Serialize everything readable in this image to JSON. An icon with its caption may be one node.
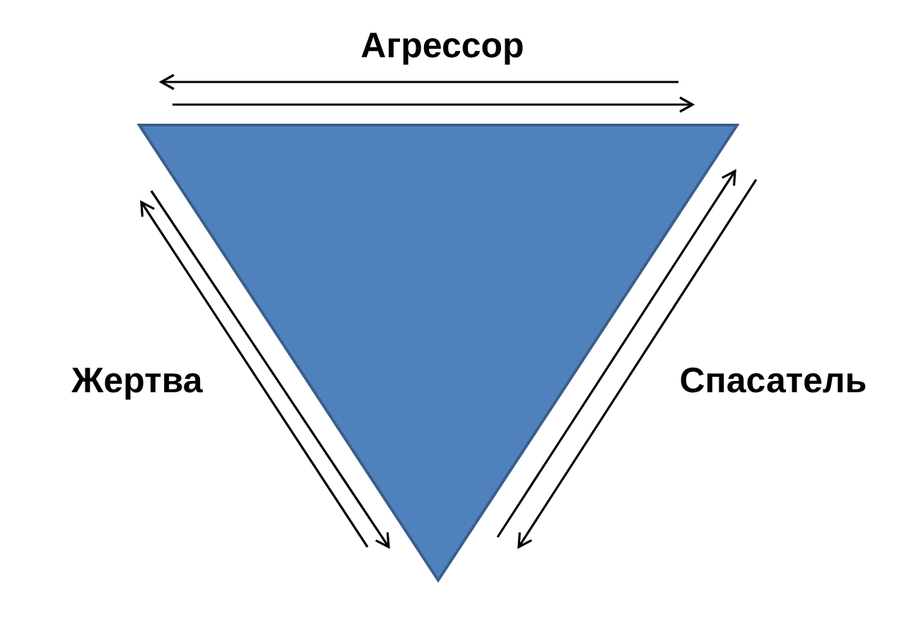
{
  "diagram": {
    "nodes": [
      {
        "text": [],
        "shape": "triangle"
      }
    ],
    "labels": [
      "Агрессор",
      "Жертва",
      "Спасатель"
    ]
  }
}
